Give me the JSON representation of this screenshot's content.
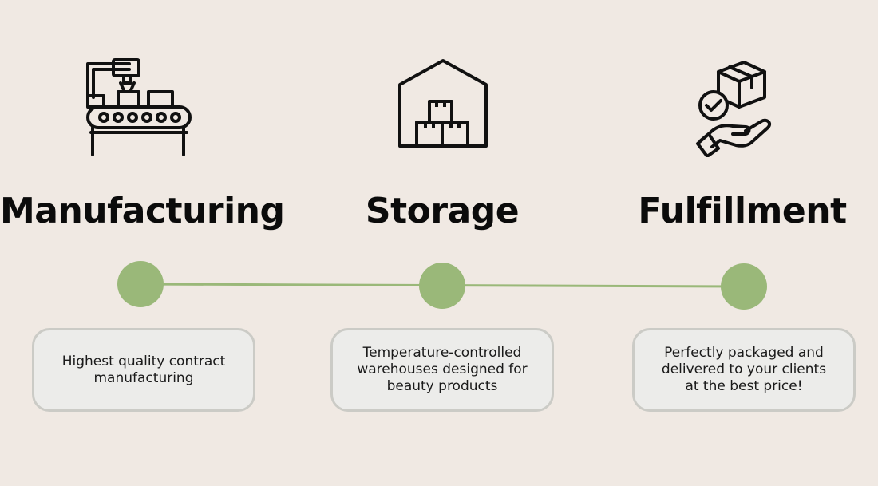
{
  "steps": [
    {
      "title": "Manufacturing",
      "description": "Highest quality contract\nmanufacturing",
      "icon": "conveyor-belt-robot-arm-icon"
    },
    {
      "title": "Storage",
      "description": "Temperature-controlled\nwarehouses designed for\nbeauty products",
      "icon": "warehouse-boxes-icon"
    },
    {
      "title": "Fulfillment",
      "description": "Perfectly packaged and\ndelivered to your clients\nat the best price!",
      "icon": "package-hand-check-icon"
    }
  ],
  "colors": {
    "background": "#f0e9e3",
    "node": "#9ab879",
    "connector": "#9ab879",
    "card_fill": "#ececea",
    "card_border": "#cbcbc6",
    "text": "#0b0b0b"
  }
}
